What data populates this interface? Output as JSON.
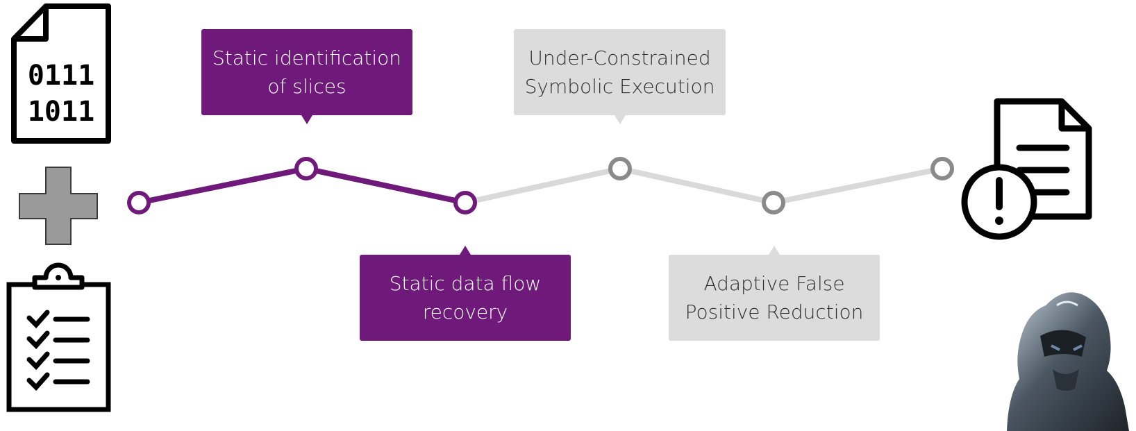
{
  "stages": [
    {
      "id": "slices",
      "label": "Static identification\nof slices",
      "status": "done"
    },
    {
      "id": "dataflow",
      "label": "Static data flow\nrecovery",
      "status": "done"
    },
    {
      "id": "ucse",
      "label": "Under-Constrained\nSymbolic Execution",
      "status": "pending"
    },
    {
      "id": "afpr",
      "label": "Adaptive False\nPositive Reduction",
      "status": "pending"
    }
  ],
  "binary_icon": {
    "icon": "binary-file-icon",
    "line1": "0111",
    "line2": "1011"
  },
  "plus_icon": {
    "icon": "plus-icon"
  },
  "checklist_icon": {
    "icon": "checklist-icon"
  },
  "report_icon": {
    "icon": "report-alert-icon"
  },
  "robot_icon": {
    "icon": "robot-character-icon"
  },
  "colors": {
    "active": "#6f1a7a",
    "inactive_line": "#d9d9d9",
    "inactive_node": "#8a8a8a",
    "pending_box": "#dcdcdc"
  }
}
